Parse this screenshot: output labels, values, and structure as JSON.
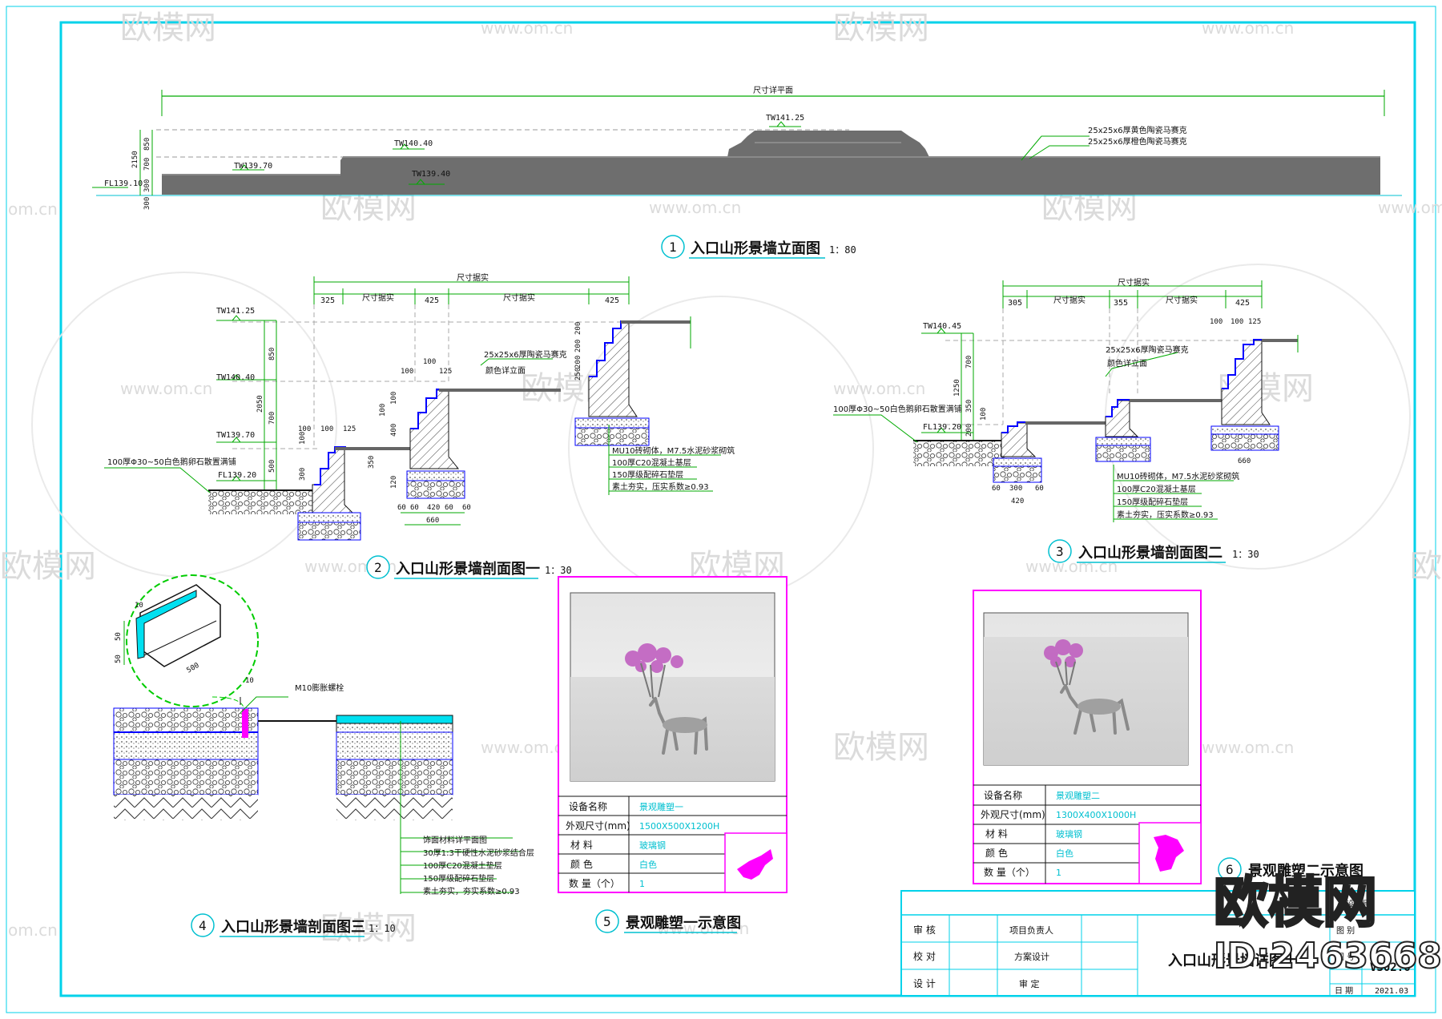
{
  "frame_colors": {
    "frame": "#00d2ea",
    "cyan_text": "#00c0d0",
    "magenta": "#ff00ff",
    "gray_fill": "#7a7a7a",
    "green": "#00cc00",
    "blue": "#0000ff"
  },
  "watermark": {
    "brand": "欧模网",
    "url": "www.om.cn",
    "short_url": "om.cn",
    "id": "ID:2463668"
  },
  "elevation": {
    "overall_dim": "尺寸详平面",
    "levels": [
      "TW141.25",
      "TW140.40",
      "TW139.70",
      "TW139.40",
      "FL139.10"
    ],
    "dims": [
      "850",
      "700",
      "300",
      "2150",
      "300"
    ],
    "notes": [
      "25x25x6厚黄色陶瓷马赛克",
      "25x25x6厚橙色陶瓷马赛克"
    ],
    "title_num": "1",
    "title": "入口山形景墙立面图",
    "scale": "1：80"
  },
  "section1": {
    "top_dims": [
      "325",
      "尺寸据实",
      "425",
      "尺寸据实",
      "425"
    ],
    "overall": "尺寸据实",
    "levels": [
      "TW141.25",
      "TW140.40",
      "TW139.70",
      "FL139.20"
    ],
    "left_dims": [
      "850",
      "700",
      "500",
      "2050"
    ],
    "fill_note": "100厚Φ30~50白色鹅卵石散置满铺",
    "steps": [
      "100",
      "100",
      "125",
      "100",
      "100",
      "125"
    ],
    "step_heights": [
      "200",
      "200",
      "250",
      "200",
      "100",
      "100",
      "400",
      "100",
      "300",
      "350",
      "120"
    ],
    "base_dims": [
      "60",
      "60",
      "420",
      "60",
      "60",
      "660"
    ],
    "tile_note": "25x25x6厚陶瓷马赛克",
    "tile_note2": "颜色详立面",
    "layers": [
      "MU10砖砌体，M7.5水泥砂浆砌筑",
      "100厚C20混凝土基层",
      "150厚级配碎石垫层",
      "素土夯实，压实系数≥0.93"
    ],
    "title_num": "2",
    "title": "入口山形景墙剖面图一",
    "scale": "1：30"
  },
  "section2": {
    "top_dims": [
      "305",
      "尺寸据实",
      "355",
      "尺寸据实",
      "425"
    ],
    "overall": "尺寸据实",
    "levels": [
      "TW140.45",
      "FL139.20"
    ],
    "left_dims": [
      "700",
      "350",
      "100",
      "200",
      "1250"
    ],
    "fill_note": "100厚Φ30~50白色鹅卵石散置满铺",
    "steps": [
      "100",
      "100",
      "125"
    ],
    "tile_note": "25x25x6厚陶瓷马赛克",
    "tile_note2": "颜色详立面",
    "base_dims": [
      "60",
      "300",
      "60",
      "420",
      "660"
    ],
    "layers": [
      "MU10砖砌体，M7.5水泥砂浆砌筑",
      "100厚C20混凝土基层",
      "150厚级配碎石垫层",
      "素土夯实，压实系数≥0.93"
    ],
    "title_num": "3",
    "title": "入口山形景墙剖面图二",
    "scale": "1：30"
  },
  "section3": {
    "detail_dims": [
      "10",
      "50",
      "50",
      "500"
    ],
    "bolt": "M10膨胀螺栓",
    "bolt_dim": "10",
    "layers": [
      "饰面材料详平面图",
      "30厚1:3干硬性水泥砂浆结合层",
      "100厚C20混凝土垫层",
      "150厚级配碎石垫层",
      "素土夯实，夯实系数≥0.93"
    ],
    "title_num": "4",
    "title": "入口山形景墙剖面图三",
    "scale": "1：10"
  },
  "sculpture1": {
    "rows": [
      {
        "k": "设备名称",
        "v": "景观雕塑一"
      },
      {
        "k": "外观尺寸(mm)",
        "v": "1500X500X1200H"
      },
      {
        "k": "材 料",
        "v": "玻璃钢"
      },
      {
        "k": "颜 色",
        "v": "白色"
      },
      {
        "k": "数 量（个）",
        "v": "1"
      }
    ],
    "title_num": "5",
    "title": "景观雕塑一示意图"
  },
  "sculpture2": {
    "rows": [
      {
        "k": "设备名称",
        "v": "景观雕塑二"
      },
      {
        "k": "外观尺寸(mm)",
        "v": "1300X400X1000H"
      },
      {
        "k": "材 料",
        "v": "玻璃钢"
      },
      {
        "k": "颜 色",
        "v": "白色"
      },
      {
        "k": "数 量（个）",
        "v": "1"
      }
    ],
    "title_num": "6",
    "title": "景观雕塑二示意图"
  },
  "titleblock": {
    "roles": [
      "审 核",
      "校 对",
      "设 计"
    ],
    "roles2": [
      "项目负责人",
      "方案设计",
      "审 定"
    ],
    "drawing_name": "入口山形景墙详图十",
    "sheet_no": "VS02.6",
    "date_label": "日 期",
    "date": "2021.03",
    "labels_top": [
      "设计号",
      "图 别",
      "图 号"
    ]
  }
}
